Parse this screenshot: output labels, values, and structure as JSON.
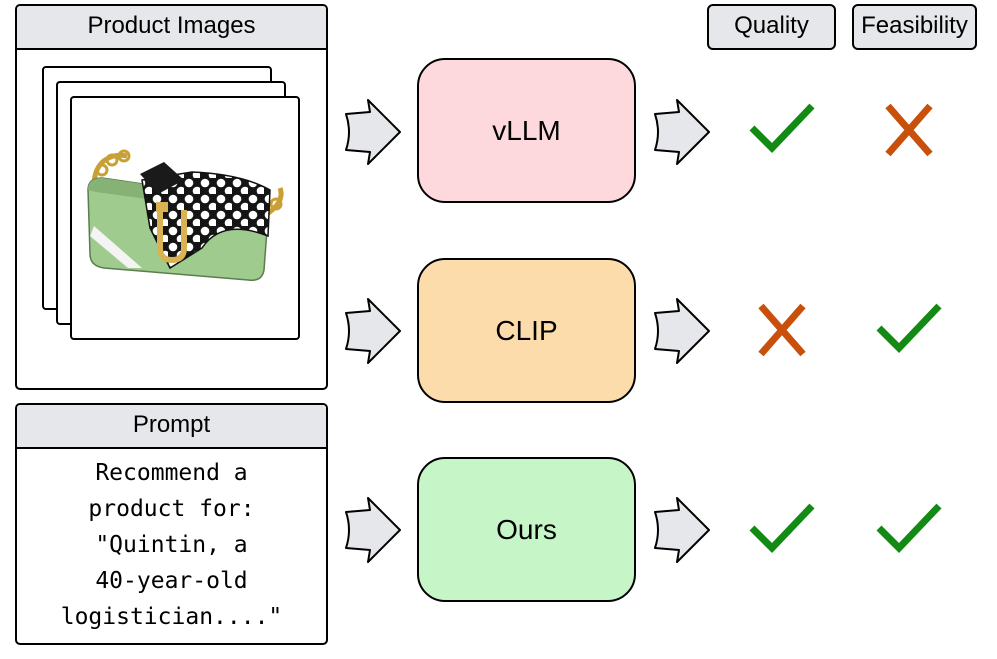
{
  "product_panel": {
    "header": "Product Images"
  },
  "prompt_panel": {
    "header": "Prompt",
    "lines": [
      "Recommend a",
      "product for:",
      "\"Quintin, a",
      "40-year-old",
      "logistician....\""
    ]
  },
  "columns": {
    "quality": "Quality",
    "feasibility": "Feasibility"
  },
  "models": [
    {
      "name": "vLLM",
      "color": "#fdd9dd",
      "quality": "check",
      "feasibility": "cross"
    },
    {
      "name": "CLIP",
      "color": "#fcdcaa",
      "quality": "cross",
      "feasibility": "check"
    },
    {
      "name": "Ours",
      "color": "#c6f5c8",
      "quality": "check",
      "feasibility": "check"
    }
  ],
  "colors": {
    "check": "#138a13",
    "cross": "#c8500b",
    "arrow_fill": "#e6e7ea"
  }
}
